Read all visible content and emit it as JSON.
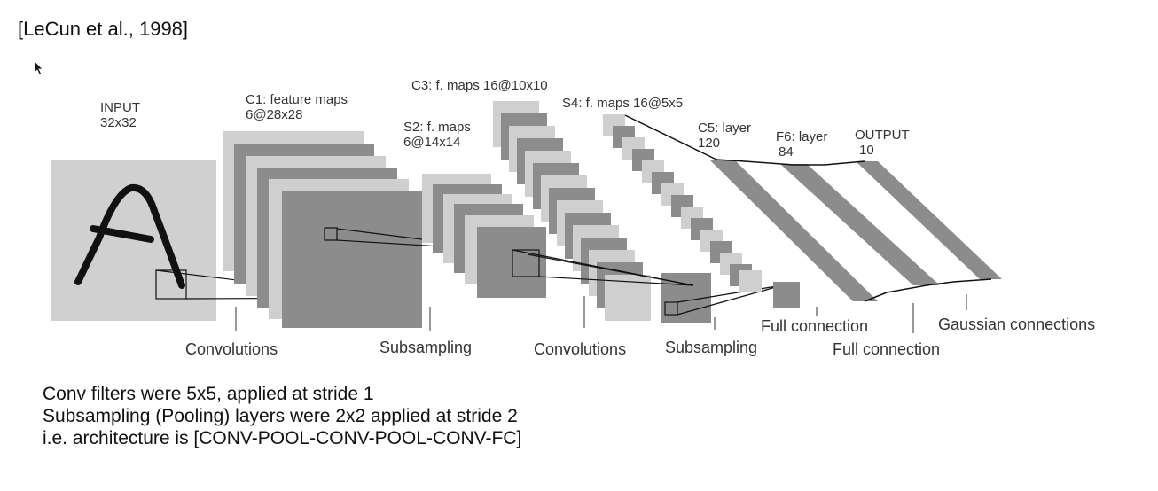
{
  "citation": "[LeCun et al., 1998]",
  "layers": {
    "input": {
      "name": "INPUT",
      "dims": "32x32"
    },
    "c1": {
      "name": "C1: feature maps",
      "dims": "6@28x28"
    },
    "s2": {
      "name": "S2: f. maps",
      "dims": "6@14x14"
    },
    "c3": {
      "label": "C3: f. maps 16@10x10"
    },
    "s4": {
      "label": "S4: f. maps 16@5x5"
    },
    "c5": {
      "name": "C5: layer",
      "dims": "120"
    },
    "f6": {
      "name": "F6: layer",
      "dims": "84"
    },
    "output": {
      "name": "OUTPUT",
      "dims": "10"
    }
  },
  "operations": {
    "convolutions_1": "Convolutions",
    "subsampling_1": "Subsampling",
    "convolutions_2": "Convolutions",
    "subsampling_2": "Subsampling",
    "full_connection_1": "Full connection",
    "full_connection_2": "Full connection",
    "gaussian_connections": "Gaussian connections"
  },
  "notes": [
    "Conv filters were 5x5, applied at stride 1",
    "Subsampling (Pooling) layers were 2x2 applied at stride 2",
    "i.e. architecture is [CONV-POOL-CONV-POOL-CONV-FC]"
  ],
  "colors": {
    "light_map": "#cfcfcf",
    "dark_map": "#8c8c8c",
    "input": "#d0d0d0",
    "stroke": "#111111"
  }
}
